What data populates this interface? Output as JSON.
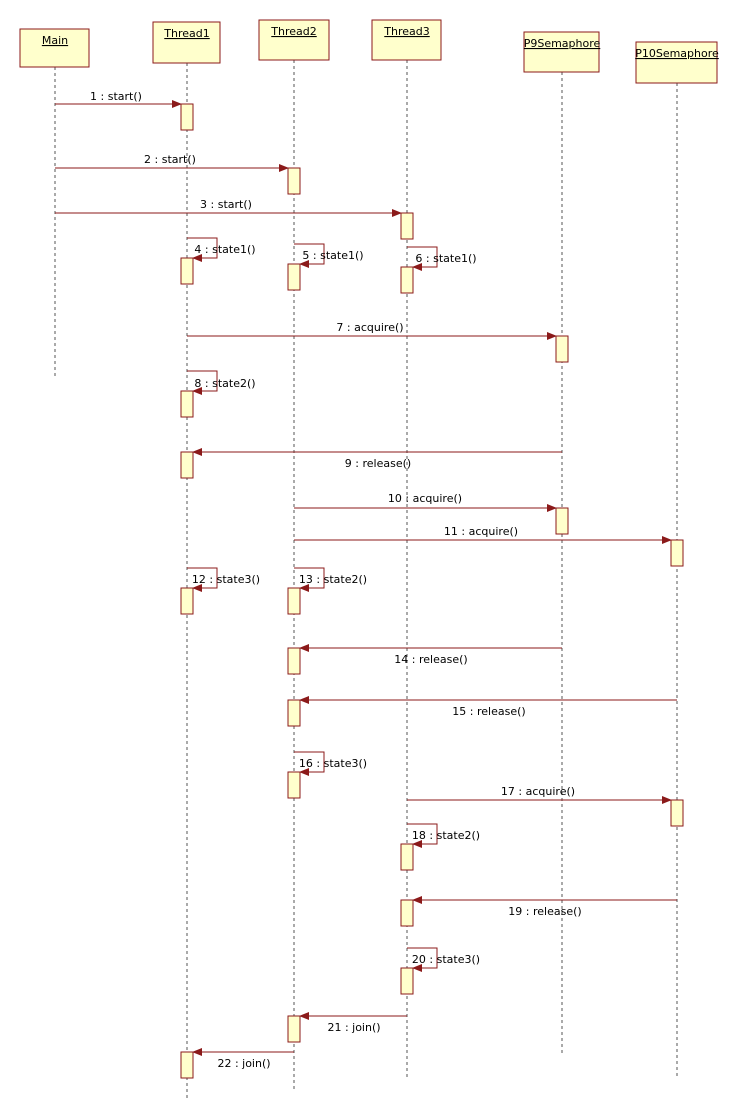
{
  "colors": {
    "box_fill": "#ffffcc",
    "box_stroke": "#8b1a1a",
    "arrow": "#8b1a1a",
    "lifeline": "#555555",
    "text": "#000000"
  },
  "participants": [
    {
      "id": "main",
      "name": "Main"
    },
    {
      "id": "thread1",
      "name": "Thread1"
    },
    {
      "id": "thread2",
      "name": "Thread2"
    },
    {
      "id": "thread3",
      "name": "Thread3"
    },
    {
      "id": "p9",
      "name": "P9Semaphore"
    },
    {
      "id": "p10",
      "name": "P10Semaphore"
    }
  ],
  "messages": [
    {
      "n": 1,
      "label": "1 : start()",
      "from": "main",
      "to": "thread1"
    },
    {
      "n": 2,
      "label": "2 : start()",
      "from": "main",
      "to": "thread2"
    },
    {
      "n": 3,
      "label": "3 : start()",
      "from": "main",
      "to": "thread3"
    },
    {
      "n": 4,
      "label": "4 : state1()",
      "from": "thread1",
      "to": "thread1"
    },
    {
      "n": 5,
      "label": "5 : state1()",
      "from": "thread2",
      "to": "thread2"
    },
    {
      "n": 6,
      "label": "6 : state1()",
      "from": "thread3",
      "to": "thread3"
    },
    {
      "n": 7,
      "label": "7 : acquire()",
      "from": "thread1",
      "to": "p9"
    },
    {
      "n": 8,
      "label": "8 : state2()",
      "from": "thread1",
      "to": "thread1"
    },
    {
      "n": 9,
      "label": "9 : release()",
      "from": "p9",
      "to": "thread1"
    },
    {
      "n": 10,
      "label": "10 : acquire()",
      "from": "thread2",
      "to": "p9"
    },
    {
      "n": 11,
      "label": "11 : acquire()",
      "from": "thread2",
      "to": "p10"
    },
    {
      "n": 12,
      "label": "12 : state3()",
      "from": "thread1",
      "to": "thread1"
    },
    {
      "n": 13,
      "label": "13 : state2()",
      "from": "thread2",
      "to": "thread2"
    },
    {
      "n": 14,
      "label": "14 : release()",
      "from": "p9",
      "to": "thread2"
    },
    {
      "n": 15,
      "label": "15 : release()",
      "from": "p10",
      "to": "thread2"
    },
    {
      "n": 16,
      "label": "16 : state3()",
      "from": "thread2",
      "to": "thread2"
    },
    {
      "n": 17,
      "label": "17 : acquire()",
      "from": "thread3",
      "to": "p10"
    },
    {
      "n": 18,
      "label": "18 : state2()",
      "from": "thread3",
      "to": "thread3"
    },
    {
      "n": 19,
      "label": "19 : release()",
      "from": "p10",
      "to": "thread3"
    },
    {
      "n": 20,
      "label": "20 : state3()",
      "from": "thread3",
      "to": "thread3"
    },
    {
      "n": 21,
      "label": "21 : join()",
      "from": "thread3",
      "to": "thread2"
    },
    {
      "n": 22,
      "label": "22 : join()",
      "from": "thread2",
      "to": "thread1"
    }
  ]
}
